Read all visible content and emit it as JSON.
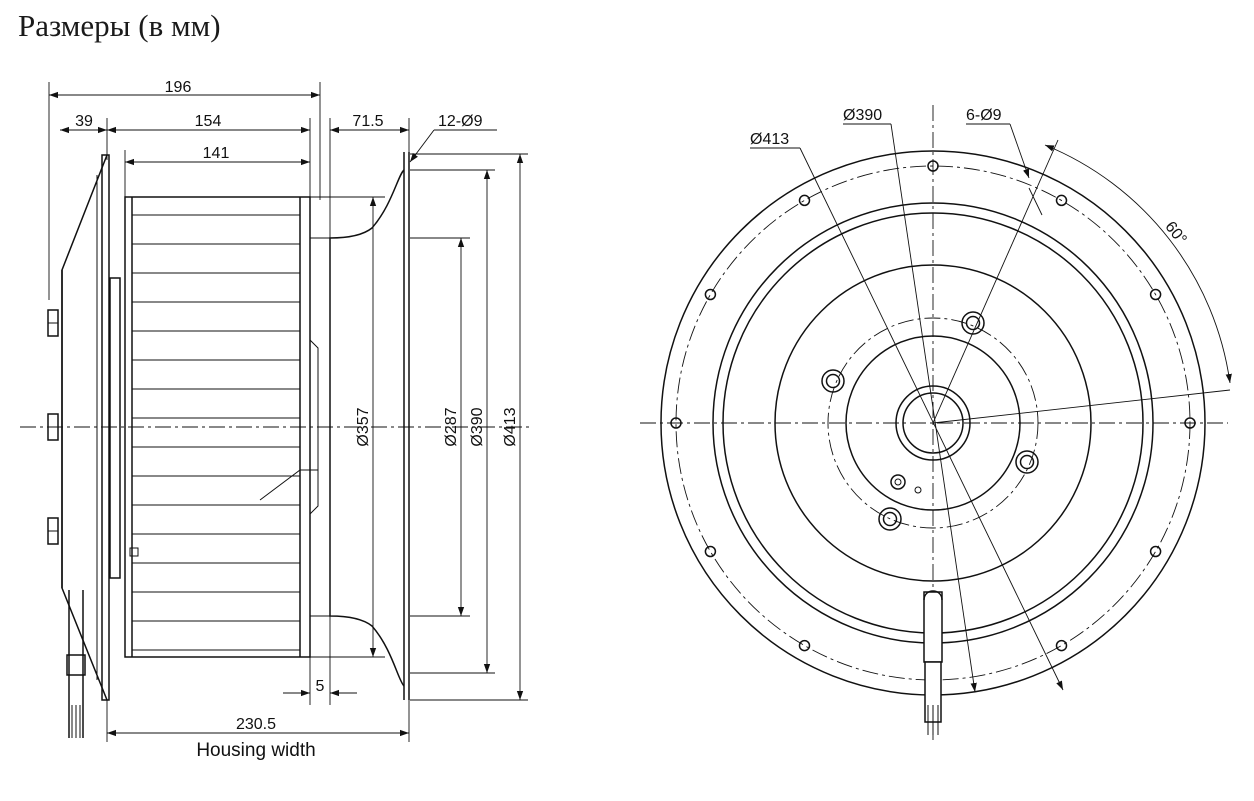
{
  "title": "Размеры (в мм)",
  "side_view": {
    "dim_196": "196",
    "dim_39": "39",
    "dim_154": "154",
    "dim_141": "141",
    "dim_71_5": "71.5",
    "holes_label": "12-Ø9",
    "dia_357": "Ø357",
    "dia_287": "Ø287",
    "dia_390": "Ø390",
    "dia_413": "Ø413",
    "dim_5": "5",
    "dim_230_5": "230.5",
    "housing_width": "Housing width"
  },
  "front_view": {
    "dia_413": "Ø413",
    "dia_390": "Ø390",
    "holes_label": "6-Ø9",
    "angle": "60°"
  }
}
